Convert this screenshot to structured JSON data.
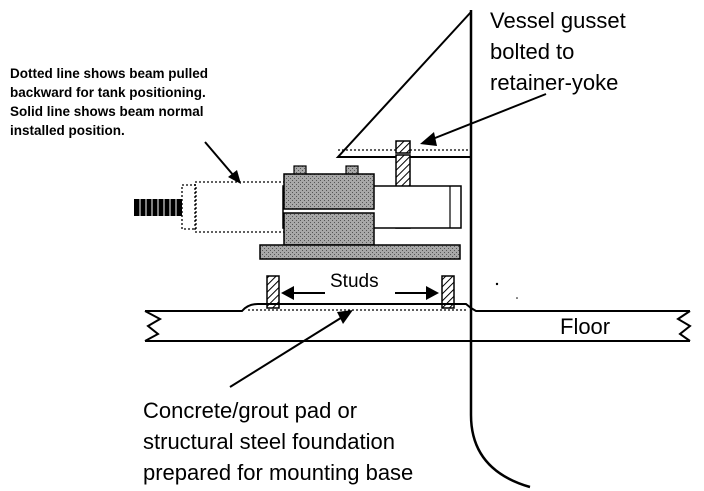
{
  "labels": {
    "gusset_line1": "Vessel gusset",
    "gusset_line2": "bolted to",
    "gusset_line3": "retainer-yoke",
    "note_line1": "Dotted line shows beam pulled",
    "note_line2": "backward for tank positioning.",
    "note_line3": "Solid line shows beam normal",
    "note_line4": "installed position.",
    "studs": "Studs",
    "floor": "Floor",
    "pad_line1": "Concrete/grout pad or",
    "pad_line2": "structural steel foundation",
    "pad_line3": "prepared for mounting base"
  },
  "colors": {
    "ink": "#000000",
    "block_fill": "#9a9a9a",
    "plate_fill": "#b4b4b4",
    "background": "#ffffff"
  }
}
